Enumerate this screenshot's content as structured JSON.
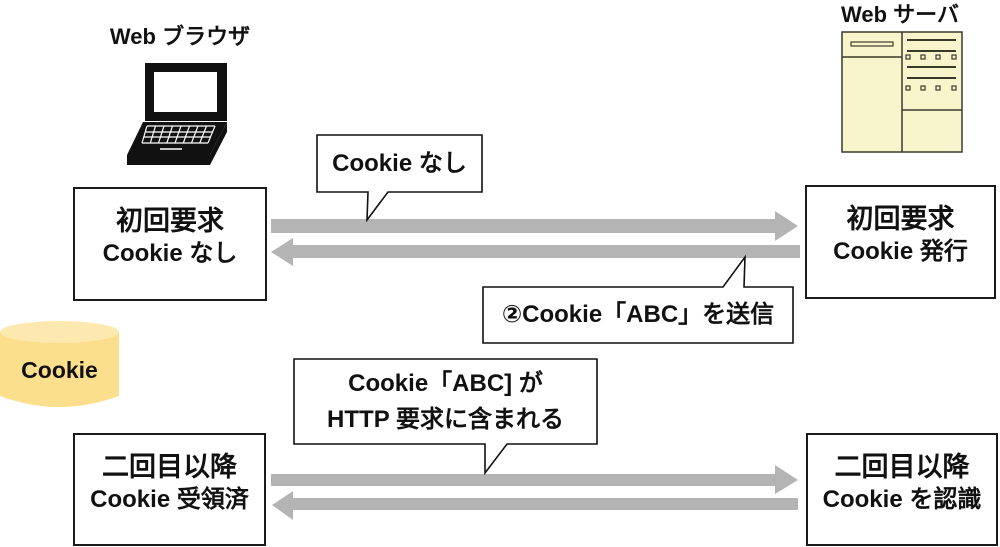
{
  "browser": {
    "title": "Web ブラウザ",
    "icon": "laptop-icon"
  },
  "server": {
    "title": "Web サーバ",
    "icon": "server-page-icon"
  },
  "cookie_store": {
    "label": "Cookie",
    "icon": "cylinder-storage-icon"
  },
  "first_request": {
    "client_box": {
      "line1": "初回要求",
      "line2": "Cookie なし"
    },
    "server_box": {
      "line1": "初回要求",
      "line2": "Cookie 発行"
    },
    "request_bubble": "Cookie なし",
    "response_bubble": "②Cookie「ABC」を送信"
  },
  "subsequent_requests": {
    "client_box": {
      "line1": "二回目以降",
      "line2": "Cookie 受領済"
    },
    "server_box": {
      "line1": "二回目以降",
      "line2": "Cookie を認識"
    },
    "request_bubble": {
      "line1": "Cookie「ABC] が",
      "line2": "HTTP 要求に含まれる"
    }
  },
  "colors": {
    "arrow": "#b4b4b4",
    "cookie_body": "#fcdf8c",
    "cookie_top": "#fde8b0",
    "server_fill": "#f8f5cd",
    "server_stroke": "#3a3a2a",
    "ink": "#111111"
  }
}
